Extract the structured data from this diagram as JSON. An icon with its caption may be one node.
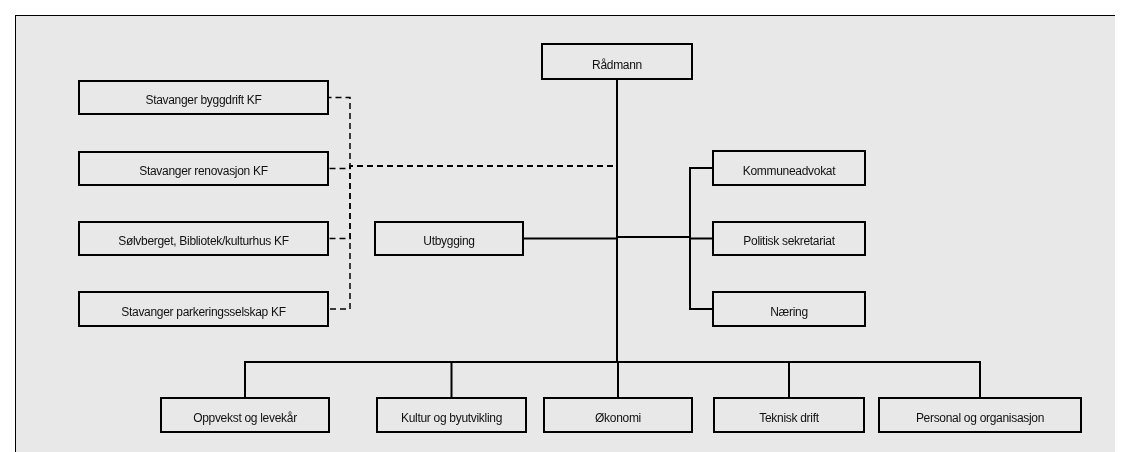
{
  "diagram": {
    "nodes": [
      {
        "text": [
          "Rådmann"
        ]
      },
      {
        "text": [
          "Stavanger byggdrift KF"
        ]
      },
      {
        "text": [
          "Stavanger renovasjon KF"
        ]
      },
      {
        "text": [
          "Sølvberget, Bibliotek/kulturhus KF"
        ]
      },
      {
        "text": [
          "Stavanger parkeringsselskap KF"
        ]
      },
      {
        "text": [
          "Utbygging"
        ]
      },
      {
        "text": [
          "Kommuneadvokat"
        ]
      },
      {
        "text": [
          "Politisk sekretariat"
        ]
      },
      {
        "text": [
          "Næring"
        ]
      },
      {
        "text": [
          "Oppvekst og levekår"
        ]
      },
      {
        "text": [
          "Kultur og byutvikling"
        ]
      },
      {
        "text": [
          "Økonomi"
        ]
      },
      {
        "text": [
          "Teknisk drift"
        ]
      },
      {
        "text": [
          "Personal og organisasjon"
        ]
      }
    ],
    "edges": [
      {
        "from": 0,
        "to": 1,
        "arrow": "none",
        "style": "dashed"
      },
      {
        "from": 0,
        "to": 2,
        "arrow": "none",
        "style": "dashed"
      },
      {
        "from": 0,
        "to": 3,
        "arrow": "none",
        "style": "dashed"
      },
      {
        "from": 0,
        "to": 4,
        "arrow": "none",
        "style": "dashed"
      },
      {
        "from": 0,
        "to": 5,
        "arrow": "none"
      },
      {
        "from": 0,
        "to": 6,
        "arrow": "none"
      },
      {
        "from": 0,
        "to": 7,
        "arrow": "none"
      },
      {
        "from": 0,
        "to": 8,
        "arrow": "none"
      },
      {
        "from": 0,
        "to": 9,
        "arrow": "none"
      },
      {
        "from": 0,
        "to": 10,
        "arrow": "none"
      },
      {
        "from": 0,
        "to": 11,
        "arrow": "none"
      },
      {
        "from": 0,
        "to": 12,
        "arrow": "none"
      },
      {
        "from": 0,
        "to": 13,
        "arrow": "none"
      }
    ]
  }
}
